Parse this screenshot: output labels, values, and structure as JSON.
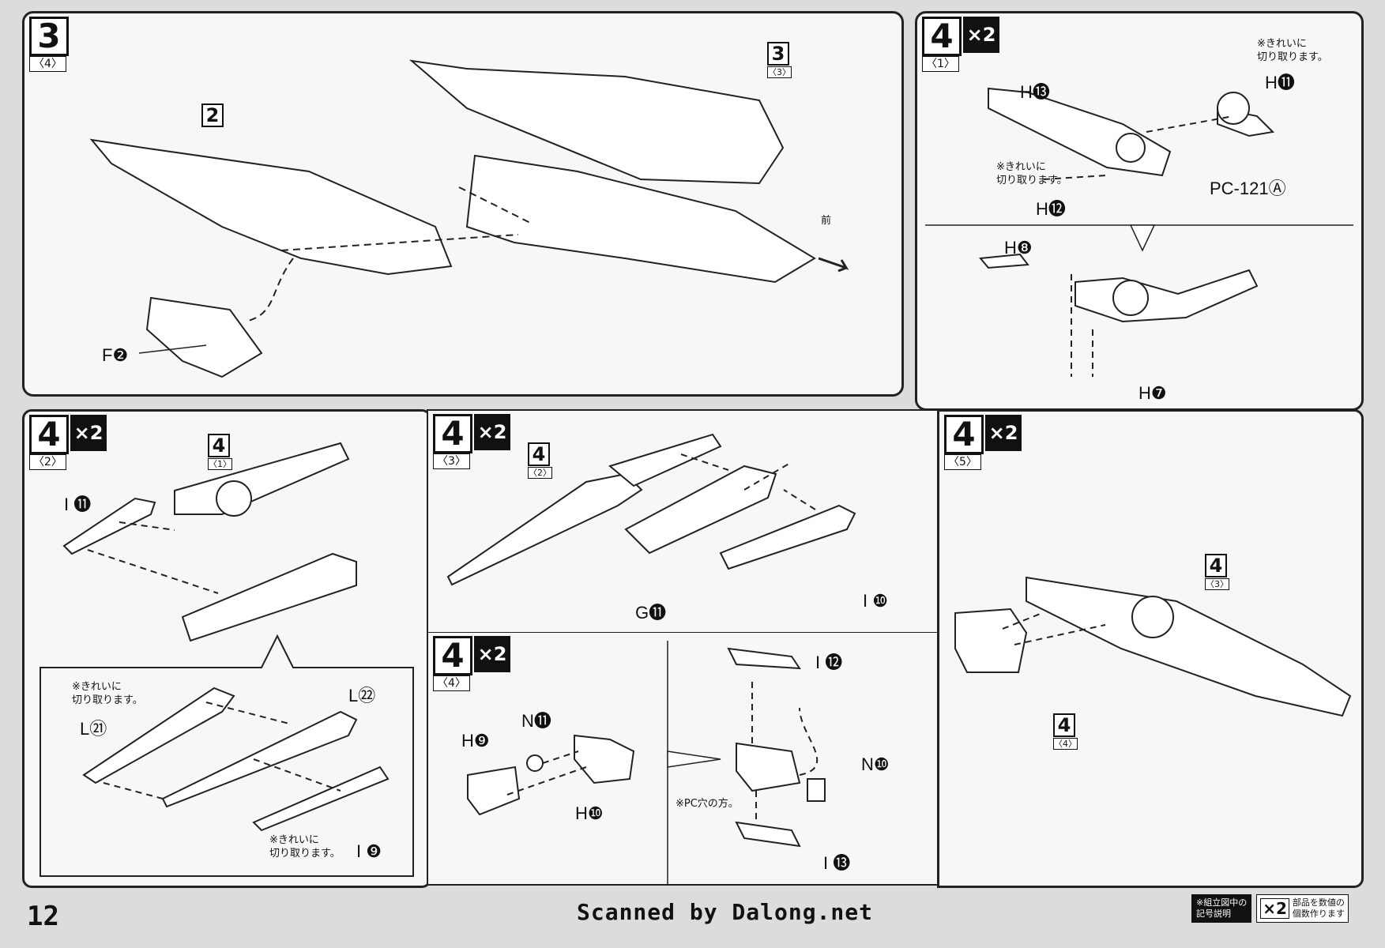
{
  "page": {
    "number": "12",
    "credit": "Scanned by Dalong.net"
  },
  "legend": {
    "assembly_note": "※組立図中の\n記号説明",
    "multiplier": "×2",
    "multiplier_text": "部品を数値の\n個数作ります"
  },
  "steps": {
    "s3": {
      "num": "3",
      "sub": "〈4〉",
      "ref2": "2",
      "ref3": "3",
      "ref3_sub": "〈3〉",
      "part_f2": "F❷",
      "front": "前"
    },
    "s4_1": {
      "num": "4",
      "mult": "×2",
      "sub": "〈1〉",
      "note1": "※きれいに\n切り取ります。",
      "note2": "※きれいに\n切り取ります。",
      "h13": "H⓭",
      "h11": "H⓫",
      "pc121": "PC-121Ⓐ",
      "h12": "H⓬",
      "h8": "H❽",
      "h7": "H❼"
    },
    "s4_2": {
      "num": "4",
      "mult": "×2",
      "sub": "〈2〉",
      "ref": "4",
      "ref_sub": "〈1〉",
      "i11": "I ⓫",
      "note1": "※きれいに\n切り取ります。",
      "l22": "L㉒",
      "l21": "L㉑",
      "note2": "※きれいに\n切り取ります。",
      "i9": "I ❾"
    },
    "s4_3": {
      "num": "4",
      "mult": "×2",
      "sub": "〈3〉",
      "ref": "4",
      "ref_sub": "〈2〉",
      "g11": "G⓫",
      "i10": "I ❿"
    },
    "s4_4": {
      "num": "4",
      "mult": "×2",
      "sub": "〈4〉",
      "n11": "N⓫",
      "h9": "H❾",
      "h10": "H❿",
      "i12": "I ⓬",
      "n10": "N❿",
      "pc_note": "※PC穴の方。",
      "i13": "I ⓭"
    },
    "s4_5": {
      "num": "4",
      "mult": "×2",
      "sub": "〈5〉",
      "ref_a": "4",
      "ref_a_sub": "〈3〉",
      "ref_b": "4",
      "ref_b_sub": "〈4〉"
    }
  }
}
